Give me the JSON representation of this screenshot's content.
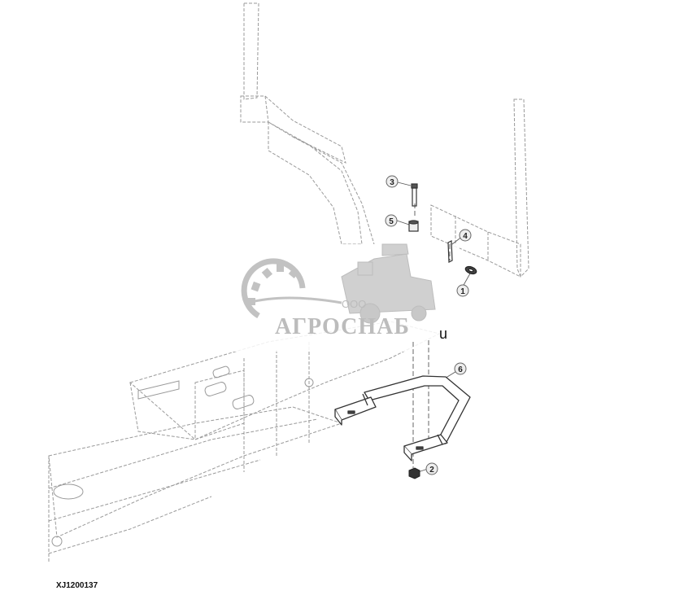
{
  "diagram": {
    "figure_id": "XJ1200137",
    "callouts": [
      {
        "id": "c1",
        "label": "1"
      },
      {
        "id": "c2",
        "label": "2"
      },
      {
        "id": "c3",
        "label": "3"
      },
      {
        "id": "c4",
        "label": "4"
      },
      {
        "id": "c5",
        "label": "5"
      },
      {
        "id": "c6",
        "label": "6"
      }
    ],
    "stray_text": "u"
  },
  "watermark": {
    "prefix": "ООО",
    "name": "АГРОСНАБ"
  },
  "colors": {
    "line": "#555555",
    "frame_line": "#9a9a9a",
    "part_fill": "#333333",
    "watermark": "#bcbcbc",
    "callout_bg": "#eeeeee"
  }
}
